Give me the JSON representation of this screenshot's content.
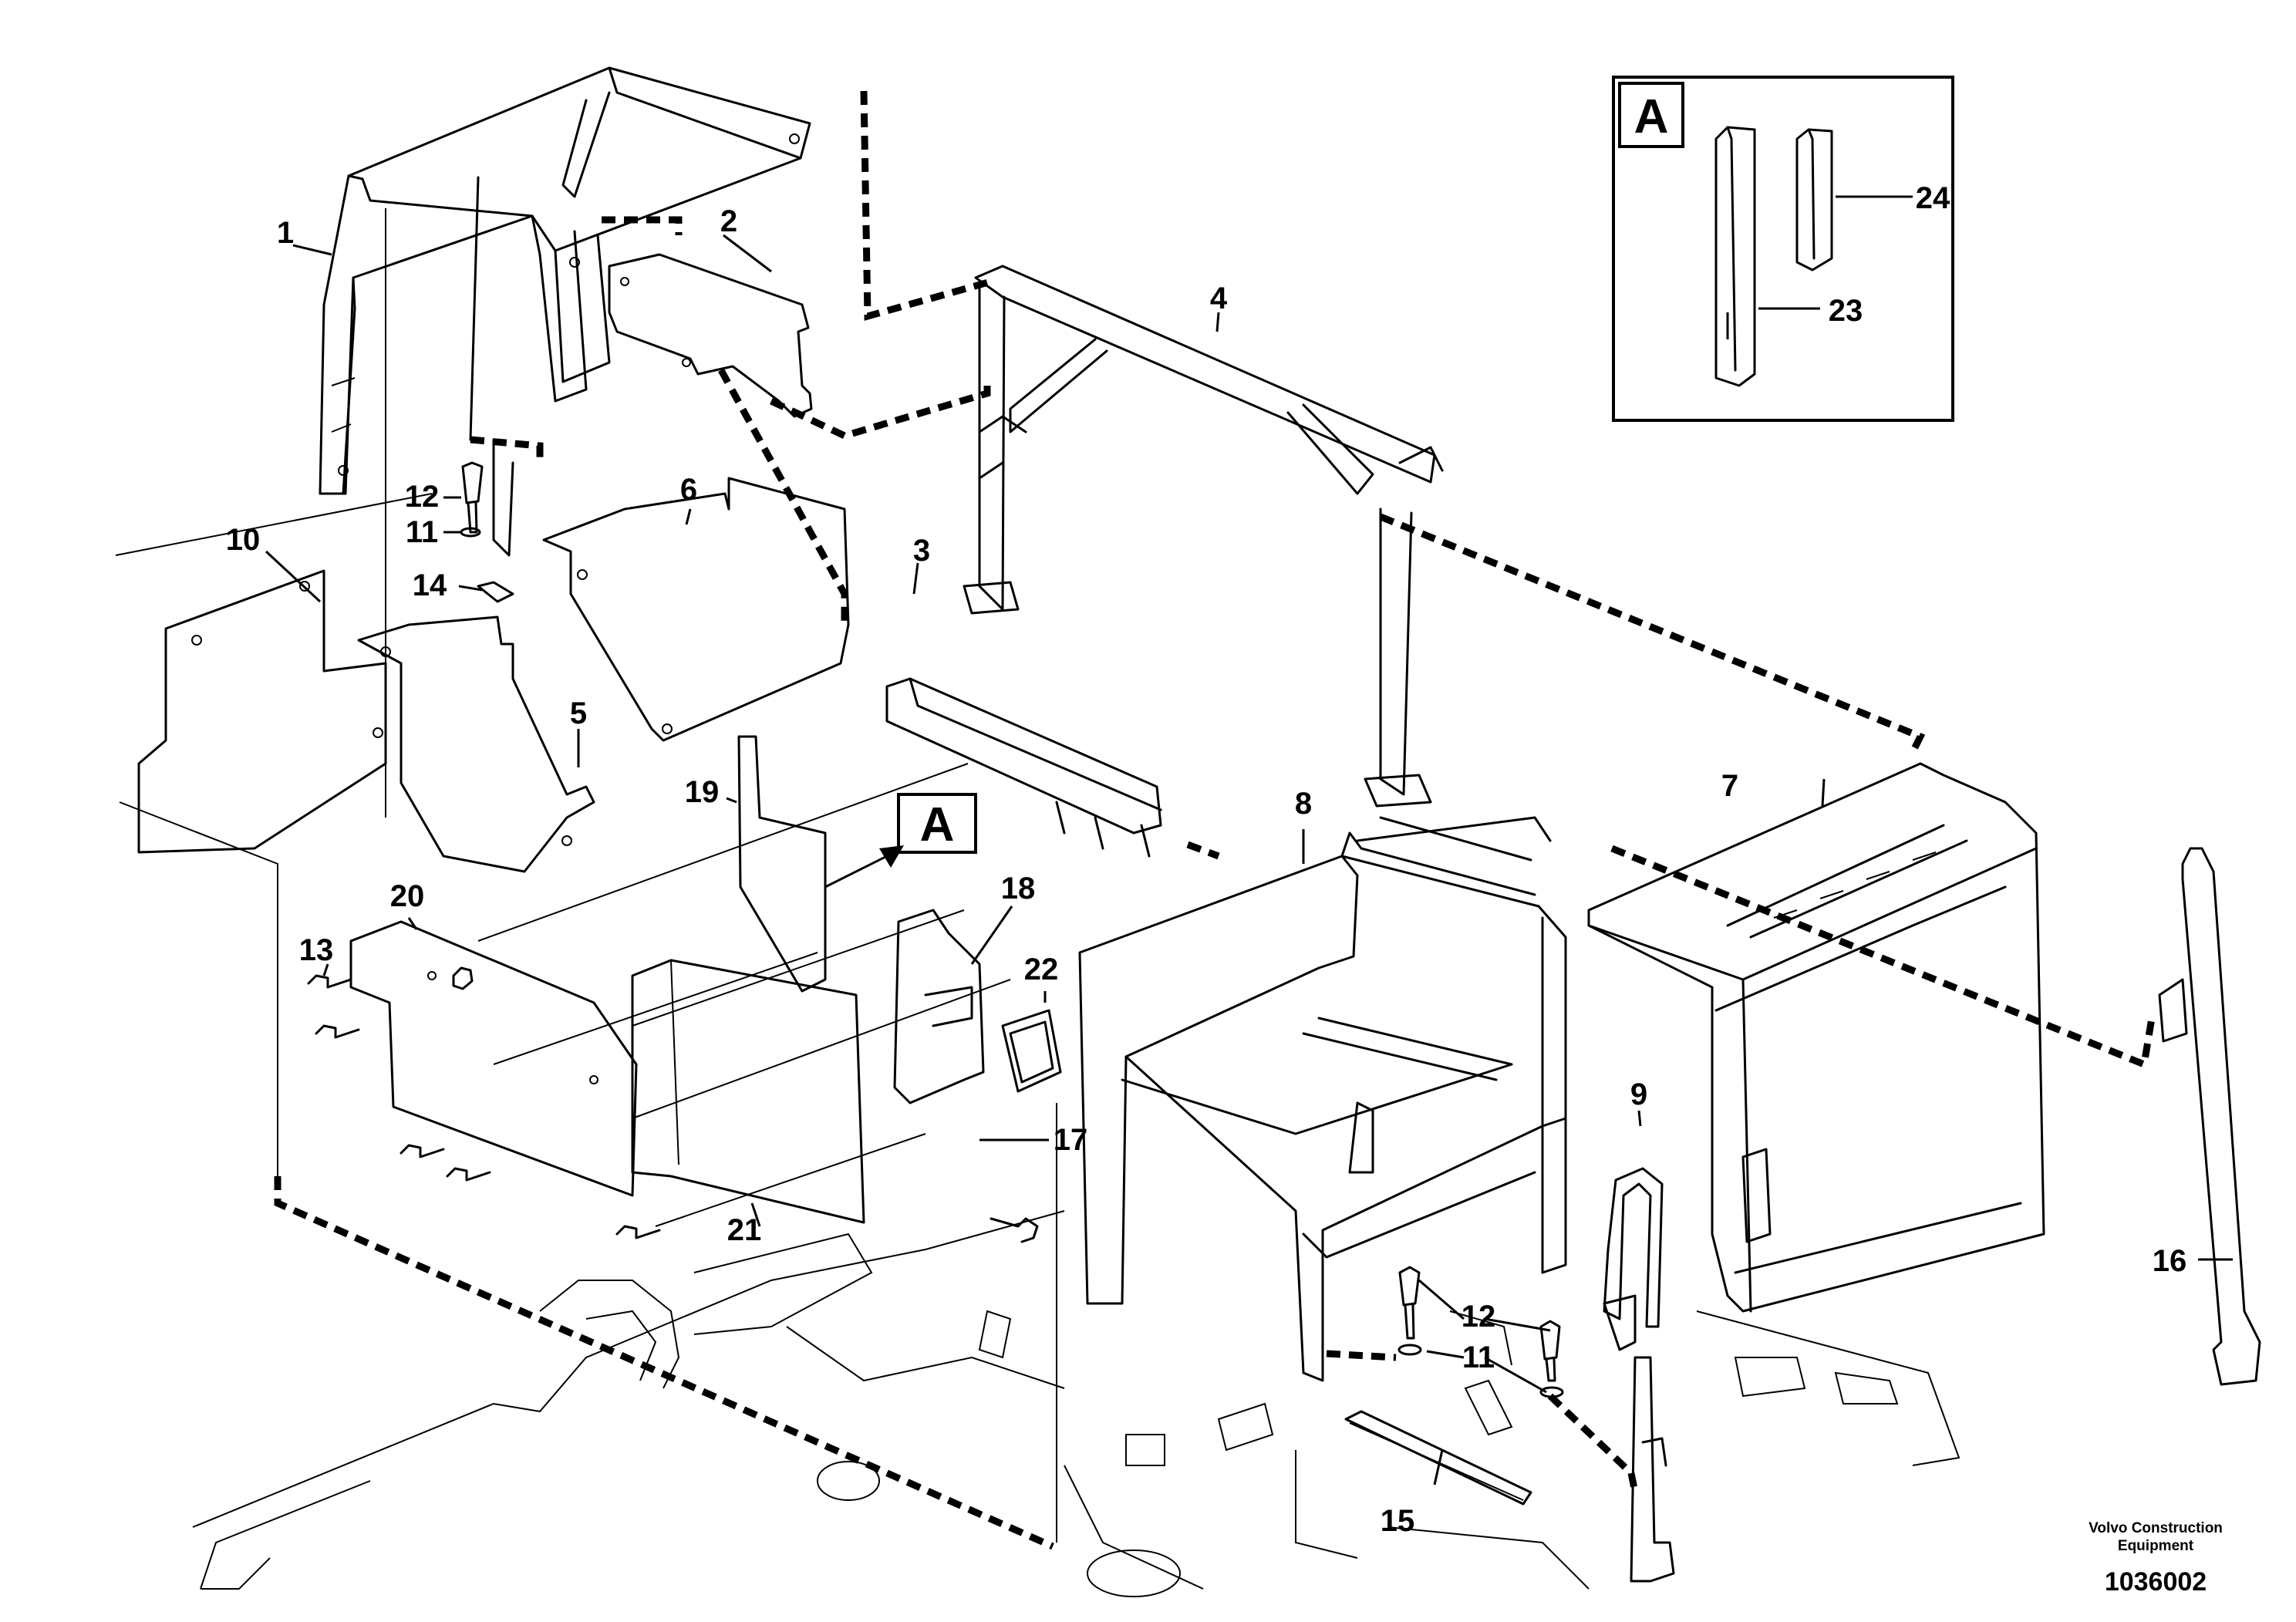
{
  "callouts": {
    "c1": "1",
    "c2": "2",
    "c3": "3",
    "c4": "4",
    "c5": "5",
    "c6": "6",
    "c7": "7",
    "c8": "8",
    "c9": "9",
    "c10": "10",
    "c11": "11",
    "c11b": "11",
    "c12": "12",
    "c12b": "12",
    "c13": "13",
    "c14": "14",
    "c15": "15",
    "c16": "16",
    "c17": "17",
    "c18": "18",
    "c19": "19",
    "c20": "20",
    "c21": "21",
    "c22": "22",
    "c23": "23",
    "c24": "24"
  },
  "detail_label": "A",
  "view_marker": "A",
  "footer": {
    "company_line1": "Volvo Construction",
    "company_line2": "Equipment",
    "doc_number": "1036002"
  }
}
